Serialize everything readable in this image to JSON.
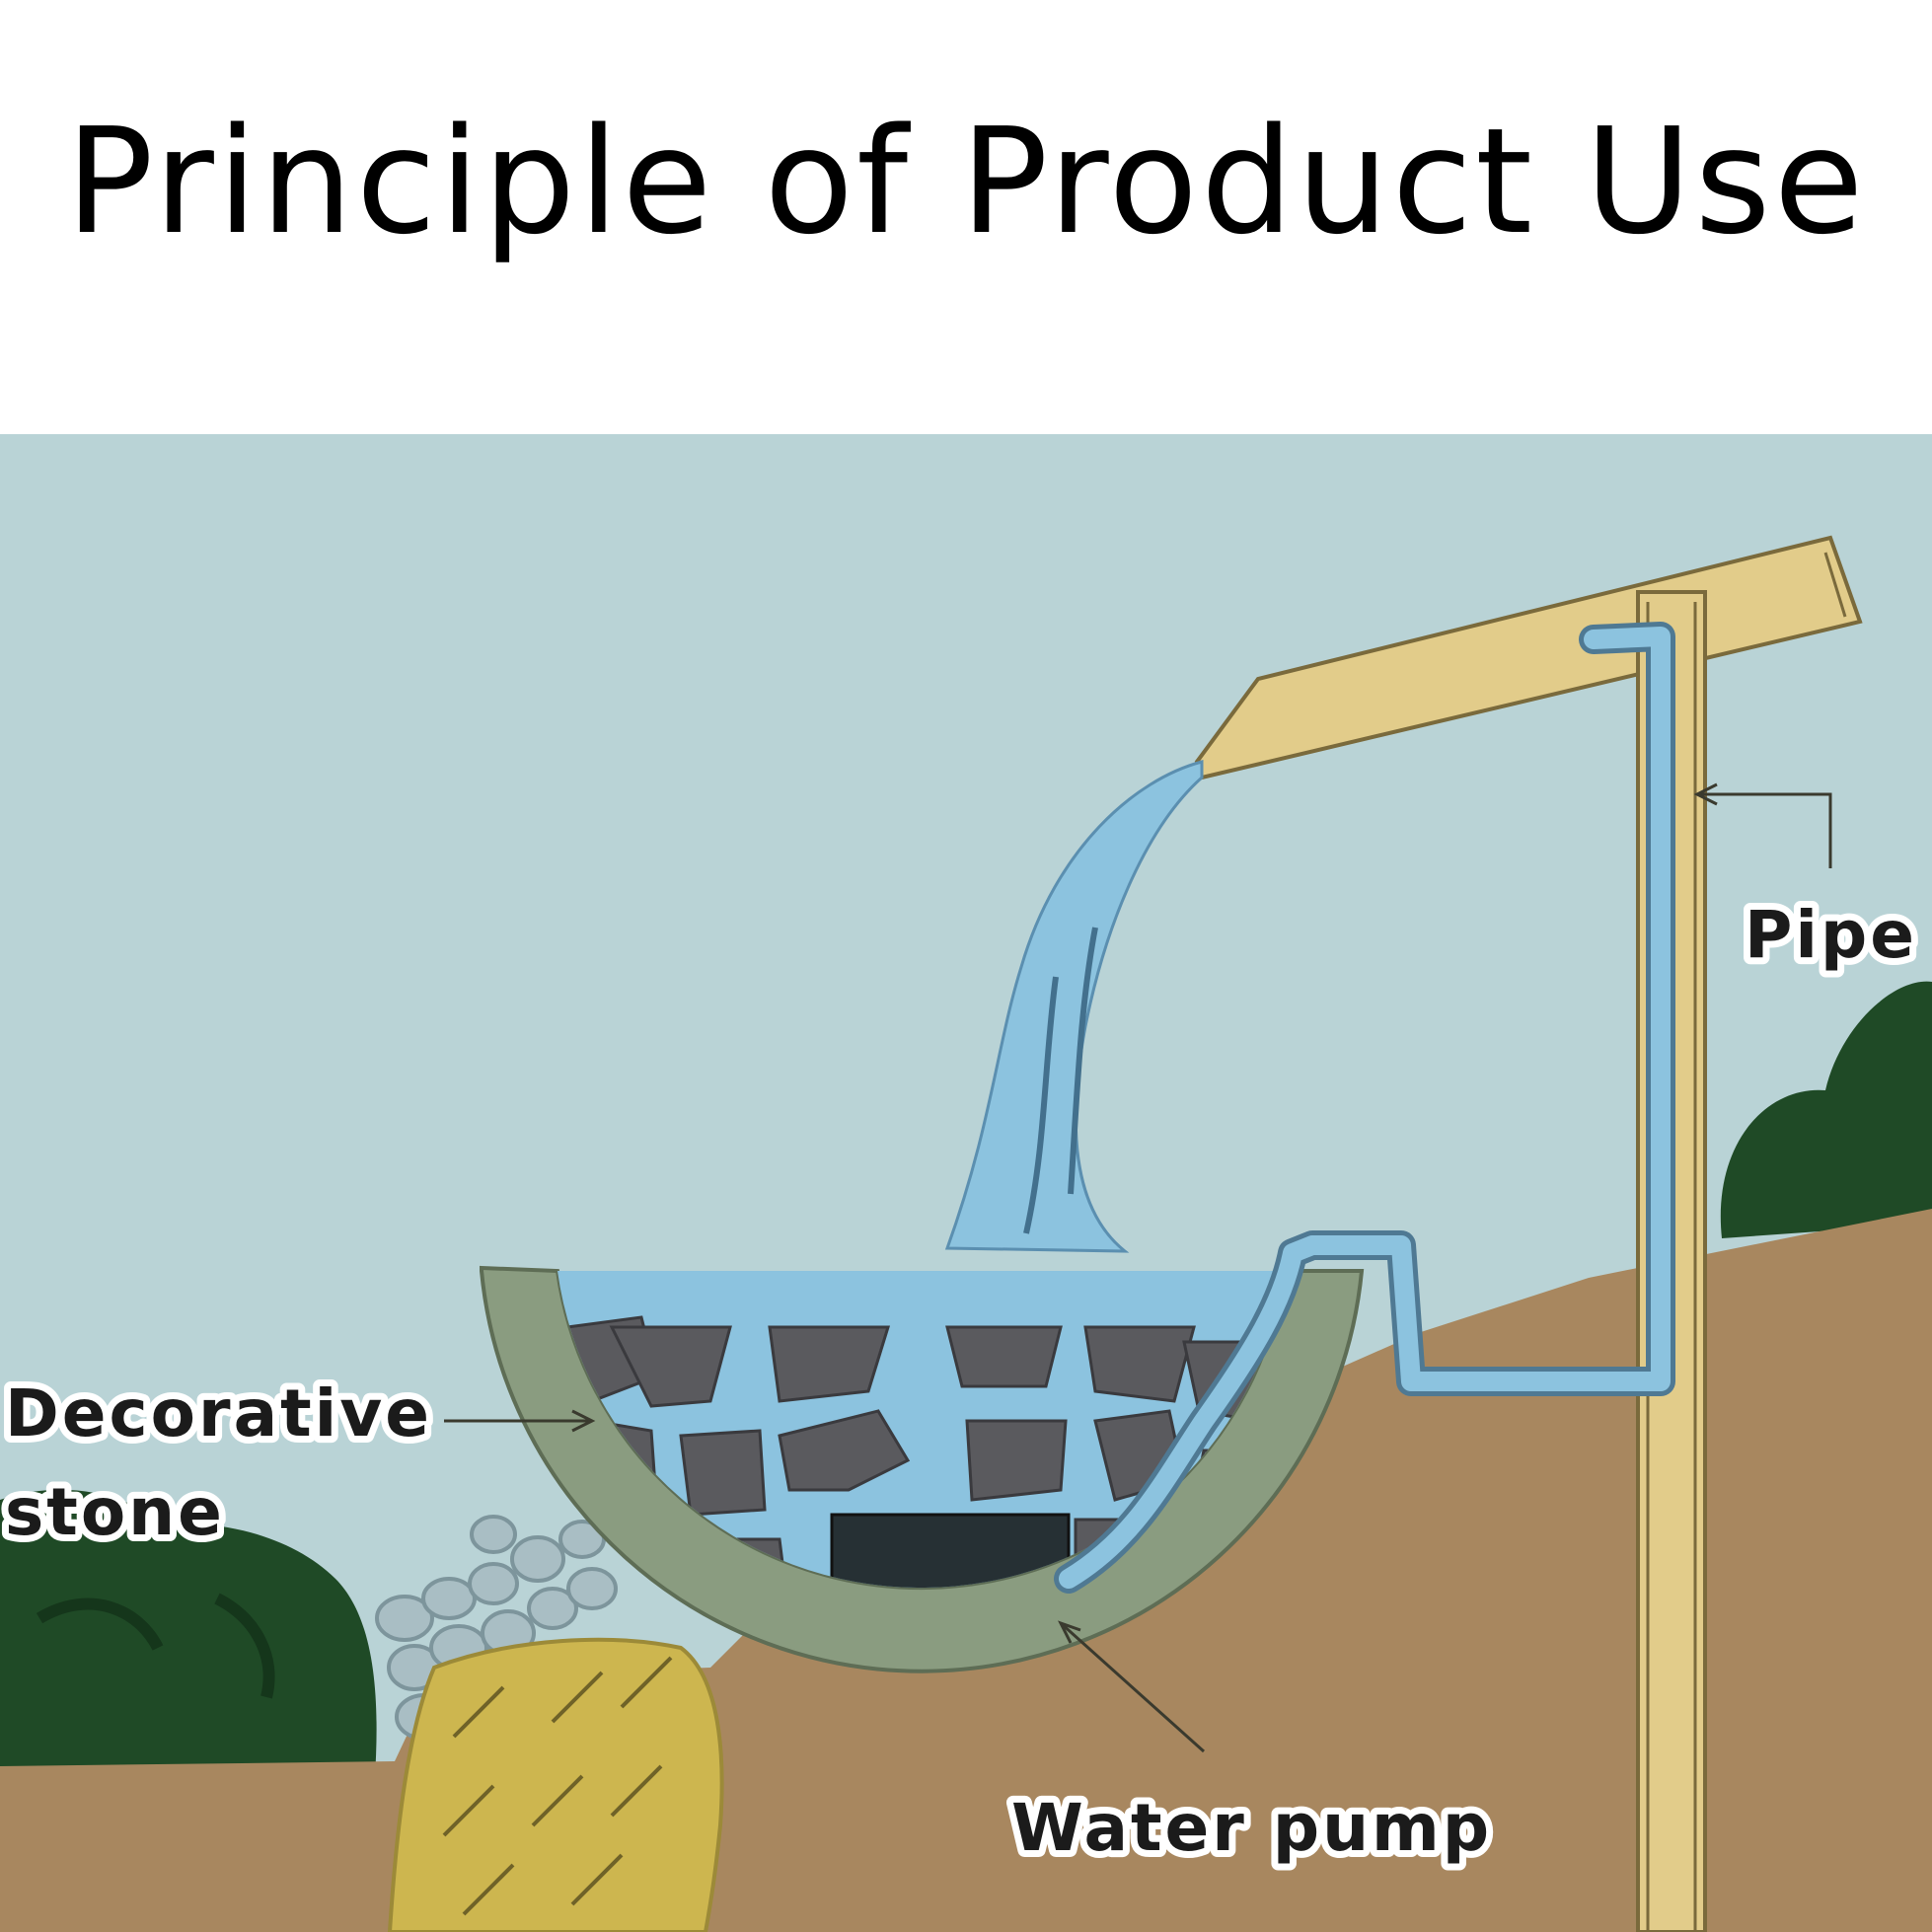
{
  "title": "Principle of Product Use",
  "labels": {
    "decorative_stone_line1": "Decorative",
    "decorative_stone_line2": "stone",
    "pipe": "Pipe",
    "water_pump": "Water pump"
  },
  "colors": {
    "sky": "#b9d3d6",
    "soil": "#a8875f",
    "bush": "#1f4a26",
    "wood": "#e2cc8a",
    "bowl": "#8a9c80",
    "water": "#8cc3df",
    "pipe": "#8cc3df",
    "stone": "#5a5a5e",
    "pump": "#263034",
    "rock": "#cdb64f"
  }
}
